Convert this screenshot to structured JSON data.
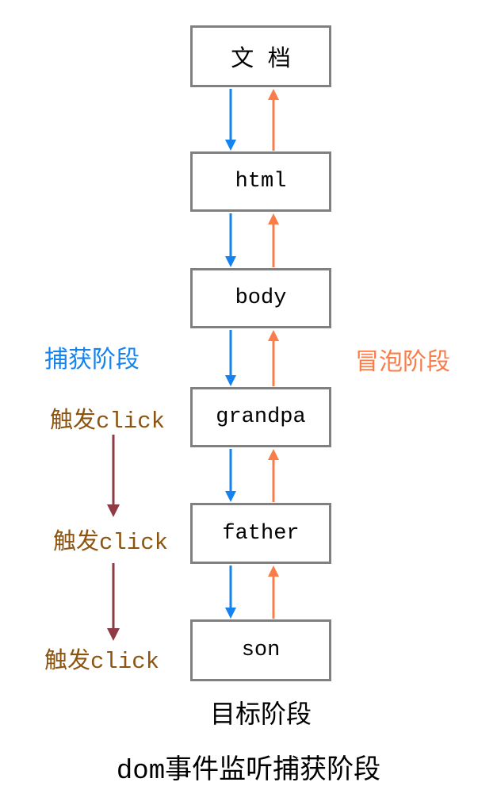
{
  "diagram": {
    "title": "dom事件监听捕获阶段",
    "phases": {
      "capture_label": "捕获阶段",
      "bubble_label": "冒泡阶段",
      "target_label": "目标阶段"
    },
    "nodes": [
      {
        "id": "document",
        "label": "文 档"
      },
      {
        "id": "html",
        "label": "html"
      },
      {
        "id": "body",
        "label": "body"
      },
      {
        "id": "grandpa",
        "label": "grandpa"
      },
      {
        "id": "father",
        "label": "father"
      },
      {
        "id": "son",
        "label": "son"
      }
    ],
    "triggers": [
      {
        "label": "触发click"
      },
      {
        "label": "触发click"
      },
      {
        "label": "触发click"
      }
    ],
    "colors": {
      "capture": "#1483f0",
      "bubble": "#f97d49",
      "trigger_text": "#8d5410",
      "trigger_arrow": "#8e3b44",
      "node_border": "#808080"
    }
  }
}
